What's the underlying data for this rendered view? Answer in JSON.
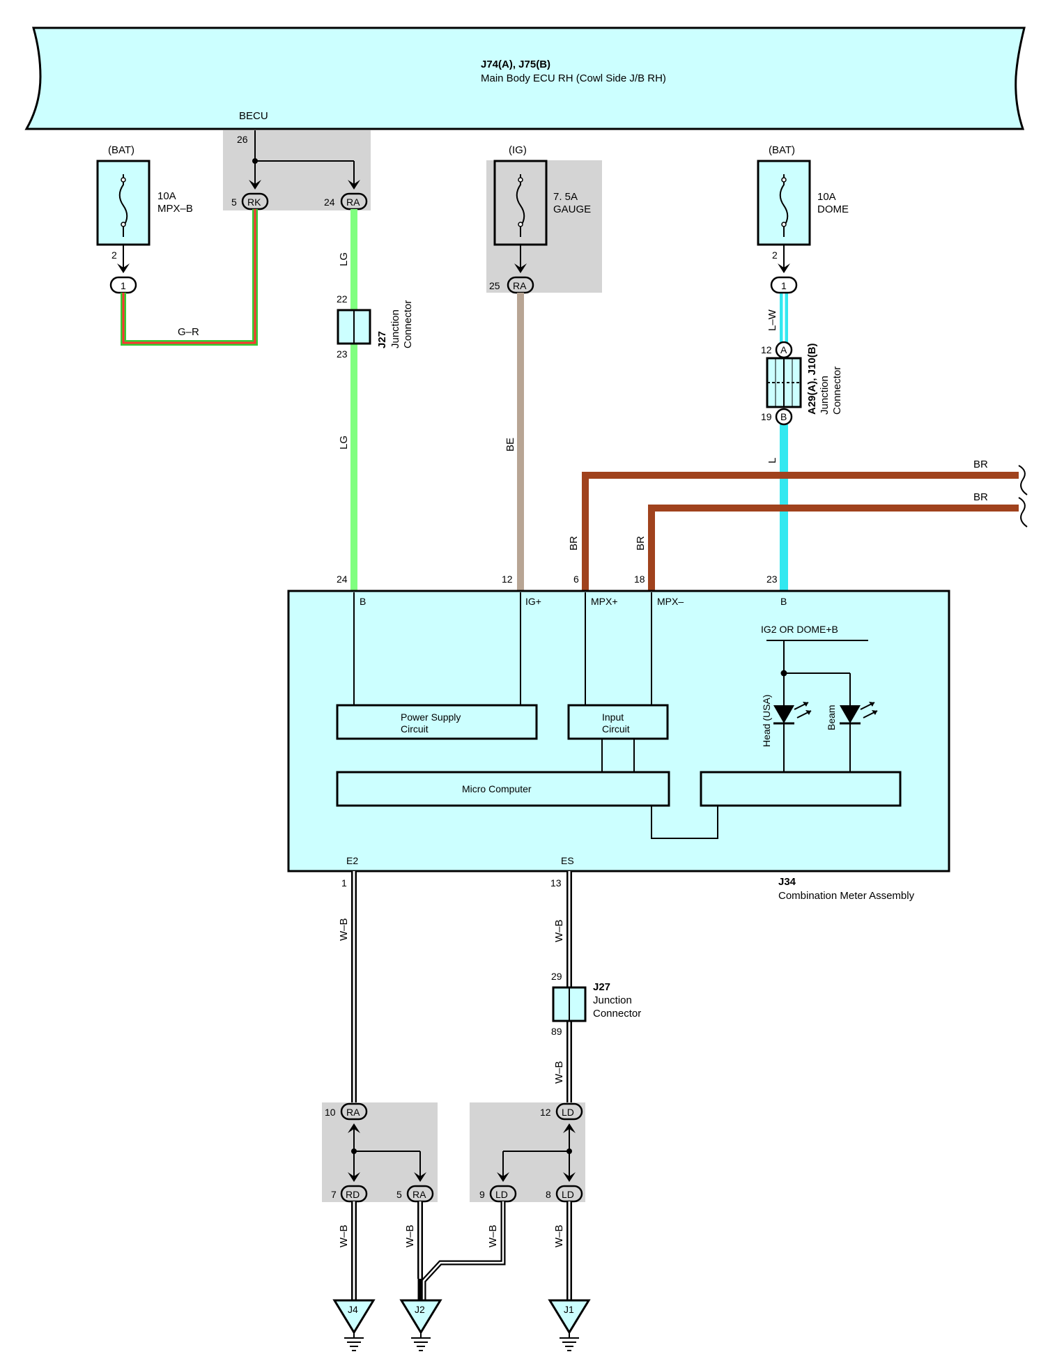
{
  "ecu": {
    "code": "J74(A), J75(B)",
    "name": "Main Body ECU RH (Cowl Side J/B RH)",
    "becu_label": "BECU",
    "becu_pin": "26",
    "pin_rk_num": "5",
    "pin_rk": "RK",
    "pin_ra_num": "24",
    "pin_ra": "RA"
  },
  "fuse_mpxb": {
    "source": "(BAT)",
    "rating": "10A",
    "name": "MPX–B",
    "pin": "2",
    "conn": "1"
  },
  "fuse_gauge": {
    "source": "(IG)",
    "rating": "7. 5A",
    "name": "GAUGE",
    "pin_num": "25",
    "conn": "RA"
  },
  "fuse_dome": {
    "source": "(BAT)",
    "rating": "10A",
    "name": "DOME",
    "pin": "2",
    "conn": "1"
  },
  "wires": {
    "gr": "G–R",
    "lg1": "LG",
    "lg2": "LG",
    "be": "BE",
    "lw": "L–W",
    "l": "L",
    "br1": "BR",
    "br2": "BR",
    "br1_end": "BR",
    "br2_end": "BR",
    "wb1": "W–B",
    "wb2": "W–B",
    "wb3": "W–B",
    "wb4": "W–B",
    "wb5": "W–B",
    "wb6": "W–B",
    "wb7": "W–B"
  },
  "j27_top": {
    "code": "J27",
    "line1": "Junction",
    "line2": "Connector",
    "pin_top": "22",
    "pin_bottom": "23"
  },
  "a29": {
    "code": "A29(A), J10(B)",
    "line1": "Junction",
    "line2": "Connector",
    "pin_top": "12",
    "pin_bottom": "19",
    "conn_top": "A",
    "conn_bottom": "B"
  },
  "meter": {
    "code": "J34",
    "name": "Combination Meter Assembly",
    "pins": [
      {
        "num": "24",
        "label": "B"
      },
      {
        "num": "12",
        "label": "IG+"
      },
      {
        "num": "6",
        "label": "MPX+"
      },
      {
        "num": "18",
        "label": "MPX–"
      },
      {
        "num": "23",
        "label": "B"
      }
    ],
    "bottom_pins": [
      {
        "num": "1",
        "label": "E2"
      },
      {
        "num": "13",
        "label": "ES"
      }
    ],
    "power_supply_1": "Power Supply",
    "power_supply_2": "Circuit",
    "input_1": "Input",
    "input_2": "Circuit",
    "micro": "Micro Computer",
    "ig2": "IG2 OR DOME+B",
    "head": "Head (USA)",
    "beam": "Beam"
  },
  "j27_bottom": {
    "code": "J27",
    "line1": "Junction",
    "line2": "Connector",
    "pin_top": "29",
    "pin_bottom": "89"
  },
  "splice_left": {
    "top_num": "10",
    "top": "RA",
    "bl_num": "7",
    "bl": "RD",
    "br_num": "5",
    "br": "RA"
  },
  "splice_right": {
    "top_num": "12",
    "top": "LD",
    "bl_num": "9",
    "bl": "LD",
    "br_num": "8",
    "br": "LD"
  },
  "grounds": {
    "j4": "J4",
    "j2": "J2",
    "j1": "J1"
  },
  "colors": {
    "ecu_fill": "#ccffff",
    "shade": "#d4d4d4",
    "lg": "#80ff80",
    "be": "#b8a594",
    "blue": "#33e8f0",
    "br": "#a0421d",
    "gr_green": "#33cc33",
    "gr_red": "#ff3333"
  }
}
